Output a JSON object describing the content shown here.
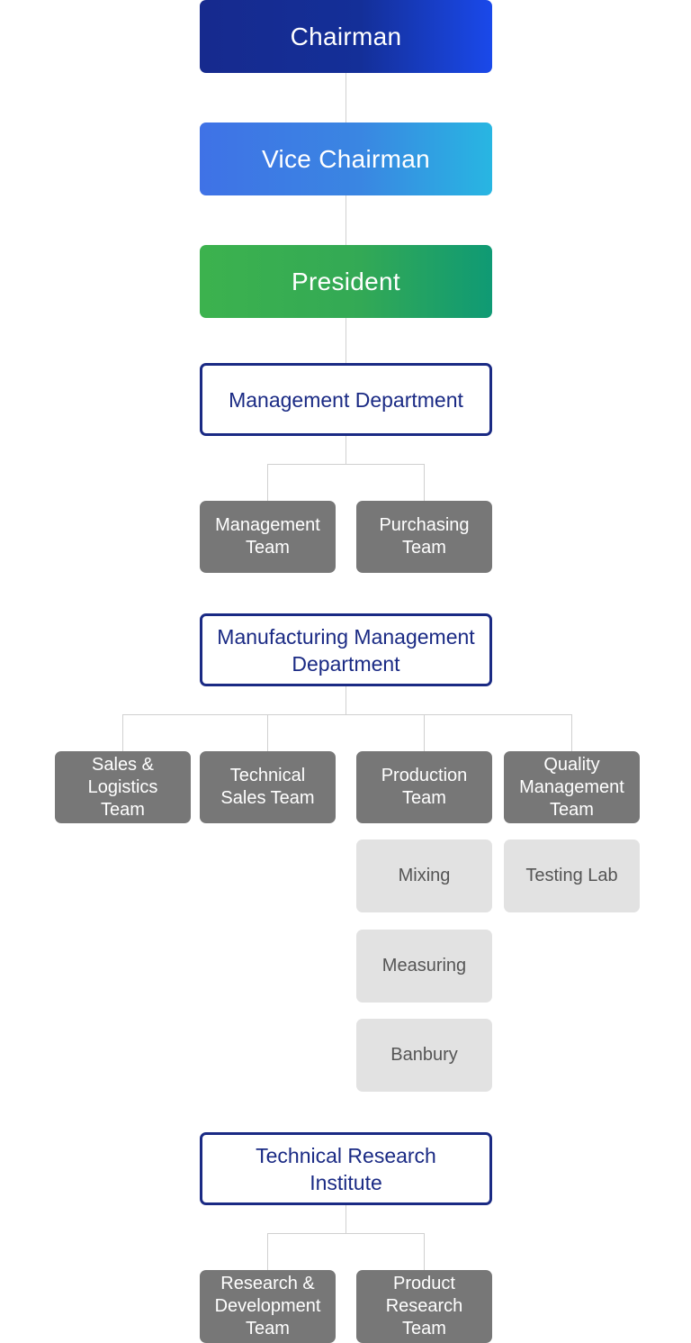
{
  "chart": {
    "chairman": "Chairman",
    "vice_chairman": "Vice Chairman",
    "president": "President",
    "management_department": {
      "title": "Management Department",
      "teams": [
        "Management\nTeam",
        "Purchasing\nTeam"
      ]
    },
    "manufacturing_department": {
      "title": "Manufacturing Management\nDepartment",
      "teams": [
        "Sales &\nLogistics\nTeam",
        "Technical\nSales Team",
        "Production\nTeam",
        "Quality\nManagement\nTeam"
      ],
      "production_units": [
        "Mixing",
        "Measuring",
        "Banbury"
      ],
      "quality_units": [
        "Testing Lab"
      ]
    },
    "research_institute": {
      "title": "Technical Research\nInstitute",
      "teams": [
        "Research &\nDevelopment\nTeam",
        "Product\nResearch\nTeam"
      ]
    }
  },
  "colors": {
    "navy": "#1a2a84",
    "team_gray": "#777777",
    "unit_gray": "#e2e2e2",
    "connector": "#d0d0d0"
  }
}
